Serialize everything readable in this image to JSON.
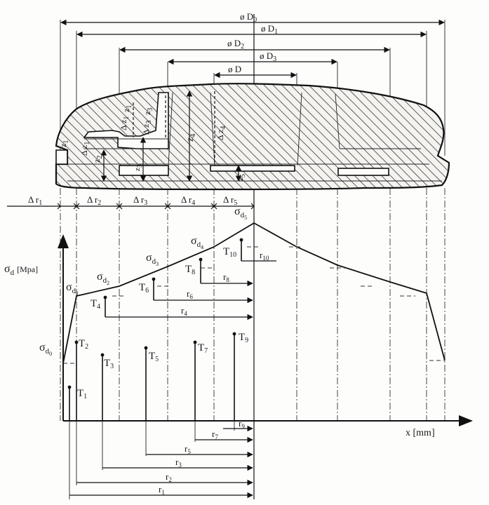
{
  "diameters": {
    "d0": "ø D",
    "d0_sub": "0",
    "d1": "ø D",
    "d1_sub": "1",
    "d2": "ø D",
    "d2_sub": "2",
    "d3": "ø D",
    "d3_sub": "3",
    "d": "ø D"
  },
  "heights": {
    "dz1": "Δ z",
    "dz1_sub": "1",
    "dz3": "Δ z",
    "dz3_sub": "3",
    "z1": "z",
    "z1_sub": "1",
    "z2": "z",
    "z2_sub": "2",
    "z3": "z",
    "z3_sub": "3",
    "z4": "z",
    "z4_sub": "4",
    "z5": "z",
    "z5_sub": "5",
    "dz4": "Δ z",
    "dz4_sub": "4",
    "z_top": "z",
    "z_top_sub": "1",
    "dz_top": "Δ z",
    "dz_top_sub": "1"
  },
  "radial_steps": {
    "dr": "Δ r",
    "dr1_sub": "1",
    "dr2_sub": "2",
    "dr3_sub": "3",
    "dr4_sub": "4",
    "dr5_sub": "5"
  },
  "axes": {
    "y_label": "σ",
    "y_label_sub": "d",
    "y_unit": "[Mpa]",
    "x_label": "x [mm]"
  },
  "stress": {
    "sym": "σ",
    "sub_prefix": "d",
    "s0": "0",
    "s1": "1",
    "s2": "2",
    "s3": "3",
    "s4": "4",
    "s5": "5"
  },
  "points": {
    "T": "T",
    "t1": "1",
    "t2": "2",
    "t3": "3",
    "t4": "4",
    "t5": "5",
    "t6": "6",
    "t7": "7",
    "t8": "8",
    "t9": "9",
    "t10": "10"
  },
  "radii": {
    "r": "r",
    "r1": "1",
    "r2": "2",
    "r3": "3",
    "r4": "4",
    "r5": "5",
    "r6": "6",
    "r7": "7",
    "r8": "8",
    "r9": "9",
    "r10": "10"
  }
}
